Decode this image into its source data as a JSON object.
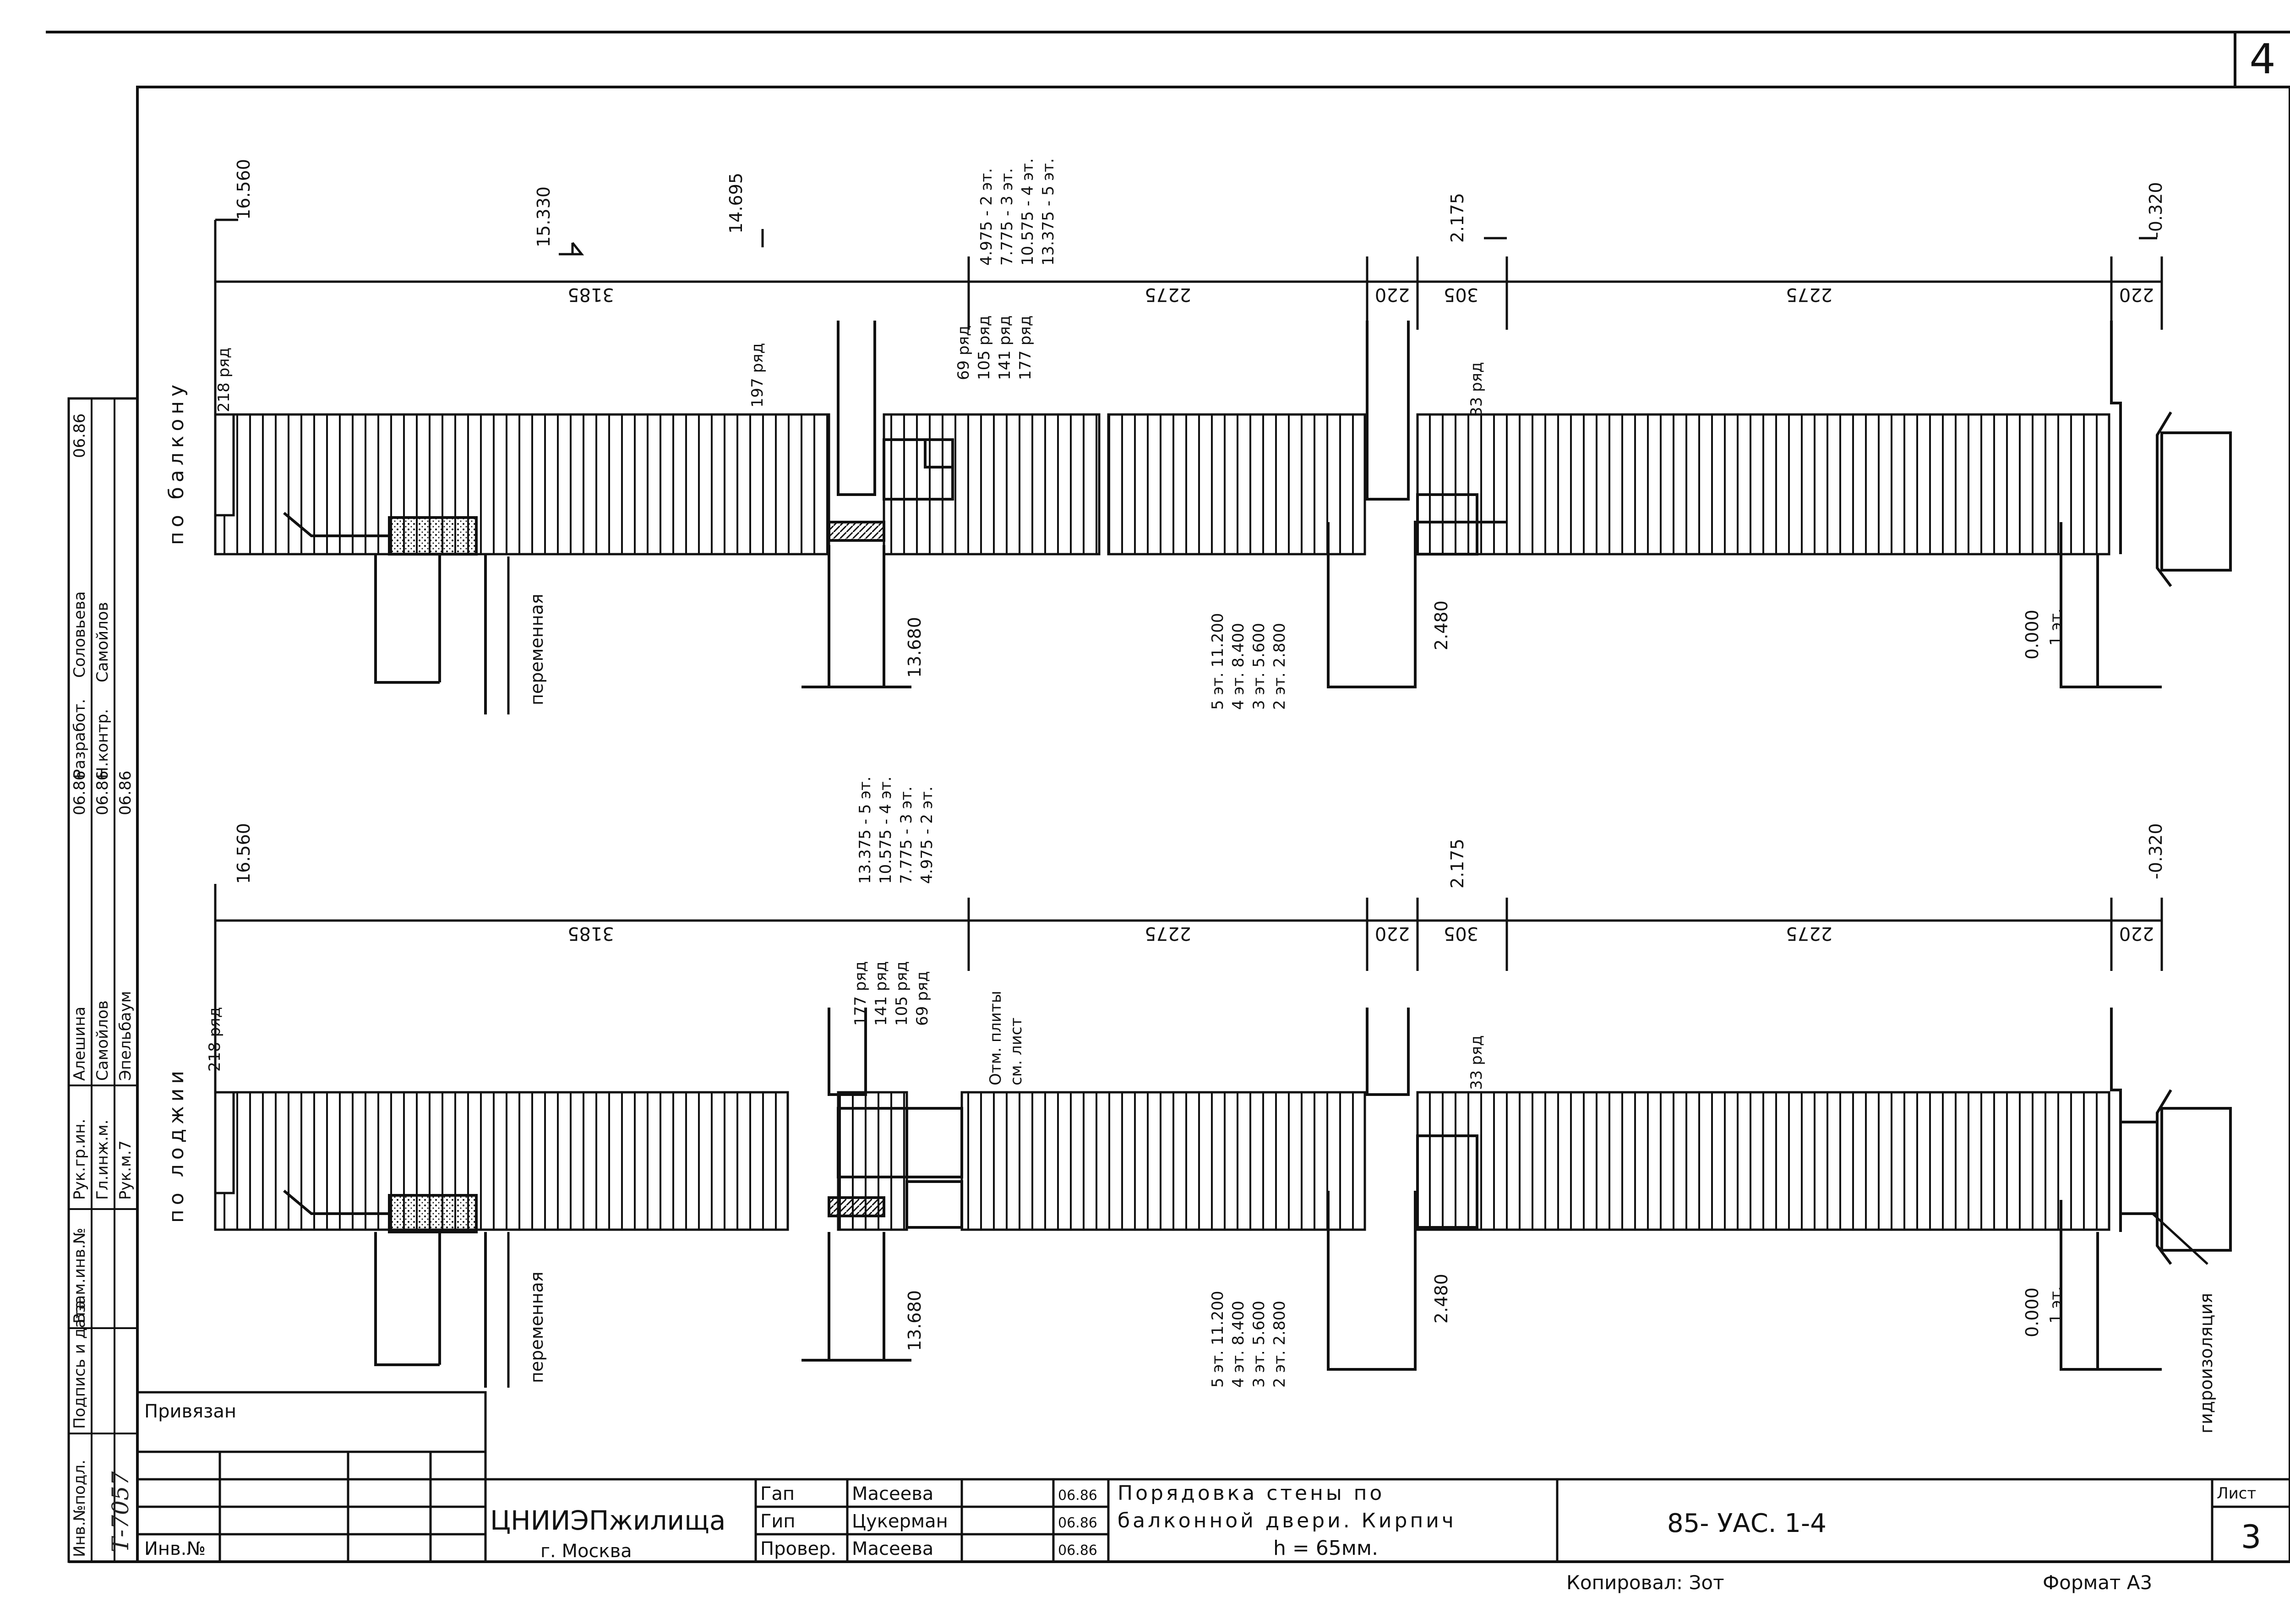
{
  "sheet": {
    "corner_number": "4",
    "copied_by": "Копировал: Зот",
    "format": "Формат А3"
  },
  "side_stamp": {
    "rows": [
      {
        "role": "Рук.гр.ин.",
        "name": "Алешина",
        "date": "06.86"
      },
      {
        "role": "Гл.инж.м.",
        "name": "Самойлов",
        "date": "06.86"
      },
      {
        "role": "Рук.м.7",
        "name": "Эпельбаум",
        "date": "06.86"
      },
      {
        "role": "Н.контр.",
        "name": "Самойлов",
        "date": ""
      },
      {
        "role": "Разработ.",
        "name": "Соловьева",
        "date": "06.86"
      }
    ],
    "columns": [
      "Инв.№подл.",
      "Подпись и дата",
      "Взам.инв.№"
    ],
    "inv_number": "Т-7057"
  },
  "title_block": {
    "privyazan": "Привязан",
    "inv_no": "Инв.№",
    "org": "ЦНИИЭПжилища",
    "city": "г. Москва",
    "staff": [
      {
        "role": "Гап",
        "name": "Масеева",
        "date": "06.86"
      },
      {
        "role": "Гип",
        "name": "Цукерман",
        "date": "06.86"
      },
      {
        "role": "Провер.",
        "name": "Масеева",
        "date": "06.86"
      }
    ],
    "title_line1": "Порядовка стены по",
    "title_line2": "балконной двери. Кирпич",
    "title_line3": "h = 65мм.",
    "code": "85- УАС. 1-4",
    "list_label": "Лист",
    "list_number": "3"
  },
  "drawing_top": {
    "side_label": "по балкону",
    "dims": [
      "3185",
      "2275",
      "220",
      "305",
      "2275",
      "220"
    ],
    "levels": [
      "16.560",
      "15.330",
      "14.695",
      "2.175",
      "-0.320"
    ],
    "level_list": [
      "4.975 - 2 эт.",
      "7.775 - 3 эт.",
      "10.575 - 4 эт.",
      "13.375 - 5 эт."
    ],
    "rows_top": [
      "218 ряд",
      "197 ряд",
      "33 ряд"
    ],
    "rows_list": [
      "69 ряд",
      "105 ряд",
      "141 ряд",
      "177 ряд"
    ],
    "variable": "переменная",
    "level_13680": "13.680",
    "floor_levels": [
      "5 эт. 11.200",
      "4 эт. 8.400",
      "3 эт. 5.600",
      "2 эт. 2.800"
    ],
    "level_2480": "2.480",
    "level_0": "0.000",
    "level_0_floor": "1 эт."
  },
  "drawing_bottom": {
    "side_label": "по лоджии",
    "dims": [
      "3185",
      "2275",
      "220",
      "305",
      "2275",
      "220"
    ],
    "levels": [
      "16.560",
      "2.175",
      "-0.320"
    ],
    "level_list": [
      "13.375 - 5 эт.",
      "10.575 - 4 эт.",
      "7.775 - 3 эт.",
      "4.975 - 2 эт."
    ],
    "rows_top": [
      "218 ряд",
      "33 ряд"
    ],
    "rows_list": [
      "177 ряд",
      "141 ряд",
      "105 ряд",
      "69 ряд"
    ],
    "slab_note1": "Отм. плиты",
    "slab_note2": "см. лист",
    "variable": "переменная",
    "level_13680": "13.680",
    "floor_levels": [
      "5 эт. 11.200",
      "4 эт. 8.400",
      "3 эт. 5.600",
      "2 эт. 2.800"
    ],
    "level_2480": "2.480",
    "level_0": "0.000",
    "level_0_floor": "1 эт.",
    "waterproofing": "гидроизоляция"
  }
}
